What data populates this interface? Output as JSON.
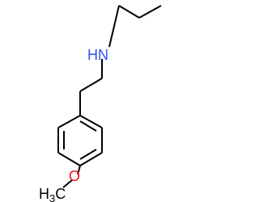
{
  "molecule": {
    "atoms": {
      "amine": {
        "text": "HN",
        "color": "#3050f8"
      },
      "ether_oxygen": {
        "text": "O",
        "color": "#ff0d0d"
      },
      "methyl": {
        "text": "H",
        "subscript": "3",
        "suffix": "C",
        "color": "#000000"
      }
    },
    "bond_color": "#000000"
  }
}
